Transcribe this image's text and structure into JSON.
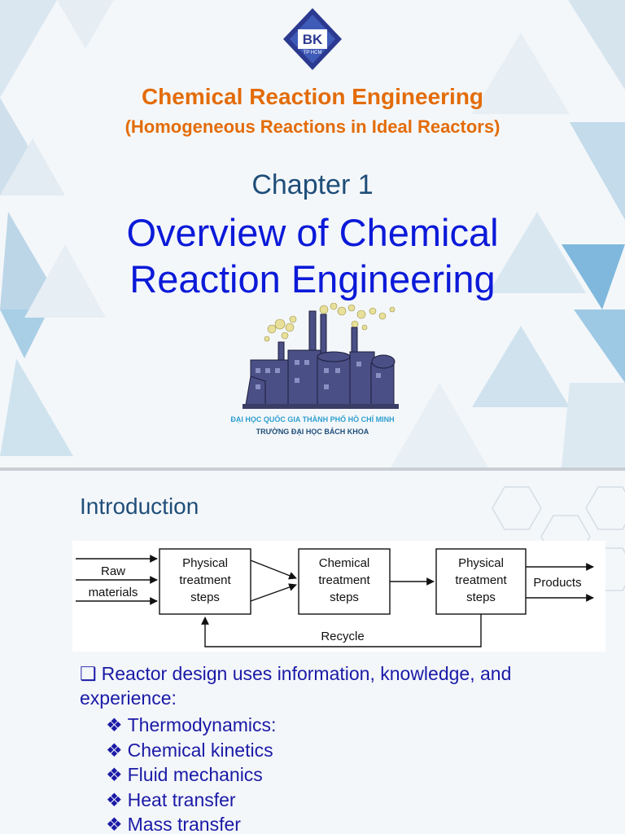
{
  "slide1": {
    "logo": {
      "letters": "BK",
      "tag": "TP HCM"
    },
    "title": "Chemical Reaction Engineering",
    "subtitle": "(Homogeneous Reactions in Ideal Reactors)",
    "chapter": "Chapter 1",
    "heading_line1": "Overview of Chemical",
    "heading_line2": "Reaction Engineering",
    "illustration": "factory-icon",
    "university_line1": "ĐẠI HỌC QUỐC GIA THÀNH PHỐ HỒ CHÍ MINH",
    "university_line2": "TRƯỜNG ĐẠI HỌC BÁCH KHOA",
    "colors": {
      "title": "#e36c09",
      "chapter": "#1f4e79",
      "heading": "#0b1ad8",
      "logo": "#2b3990"
    }
  },
  "slide2": {
    "title": "Introduction",
    "diagram": {
      "input_label_1": "Raw",
      "input_label_2": "materials",
      "box1": [
        "Physical",
        "treatment",
        "steps"
      ],
      "box2": [
        "Chemical",
        "treatment",
        "steps"
      ],
      "box3": [
        "Physical",
        "treatment",
        "steps"
      ],
      "output_label": "Products",
      "recycle_label": "Recycle"
    },
    "lead_marker": "❑",
    "lead": "Reactor  design uses  information, knowledge, and experience:",
    "bullet_marker": "❖",
    "bullets": [
      "Thermodynamics:",
      "Chemical  kinetics",
      "Fluid mechanics",
      "Heat  transfer",
      "Mass transfer"
    ],
    "colors": {
      "body": "#1a1aa6",
      "title": "#1f4e79"
    }
  }
}
